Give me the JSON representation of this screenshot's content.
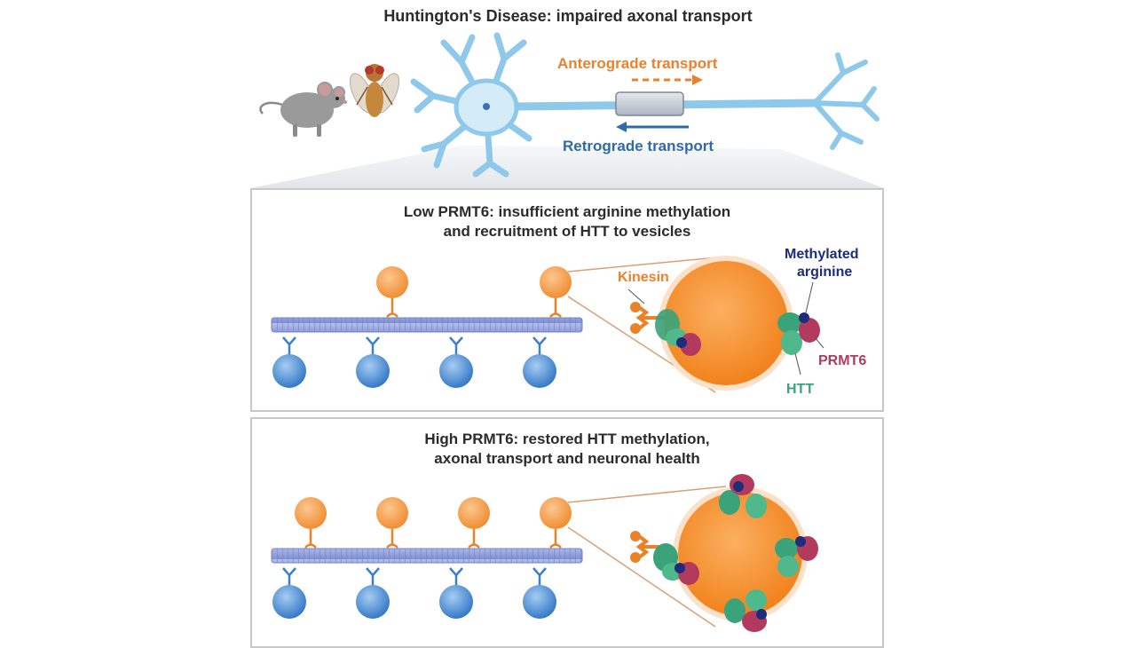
{
  "title": "Huntington's Disease: impaired axonal transport",
  "anterograde": {
    "label": "Anterograde transport",
    "color": "#e8822e"
  },
  "retrograde": {
    "label": "Retrograde transport",
    "color": "#2f6aa8"
  },
  "low_panel": {
    "title_line1": "Low PRMT6: insufficient arginine methylation",
    "title_line2": "and recruitment of HTT  to vesicles",
    "labels": {
      "kinesin": "Kinesin",
      "methylated_line1": "Methylated",
      "methylated_line2": "arginine",
      "prmt6": "PRMT6",
      "htt": "HTT"
    }
  },
  "high_panel": {
    "title_line1": "High PRMT6: restored HTT methylation,",
    "title_line2": "axonal transport and neuronal health"
  },
  "colors": {
    "kinesin": "#e8832a",
    "methylated_arginine": "#1e2c7a",
    "prmt6": "#b23a5e",
    "htt": "#3aa37a",
    "microtubule": "#8c9bd6",
    "dynein": "#3a7fd0",
    "neuron": "#8ec8ea"
  }
}
